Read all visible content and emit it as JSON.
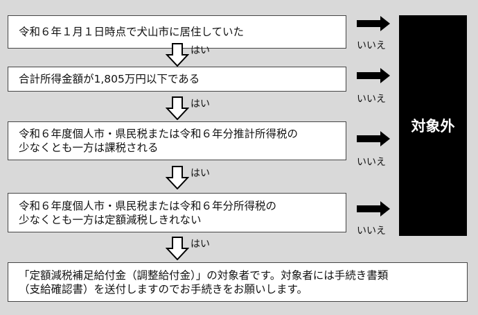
{
  "steps": [
    {
      "lines": [
        "令和６年１月１日時点で犬山市に居住していた"
      ]
    },
    {
      "lines": [
        "合計所得金額が1,805万円以下である"
      ]
    },
    {
      "lines": [
        "令和６年度個人市・県民税または令和６年分推計所得税の",
        "少なくとも一方は課税される"
      ]
    },
    {
      "lines": [
        "令和６年度個人市・県民税または令和６年分所得税の",
        "少なくとも一方は定額減税しきれない"
      ]
    }
  ],
  "yes_label": "はい",
  "no_label": "いいえ",
  "excluded_label": "対象外",
  "result": {
    "lines": [
      "「定額減税補足給付金（調整給付金）」の対象者です。対象者には手続き書類",
      "（支給確認書）を送付しますのでお手続きをお願いします。"
    ]
  },
  "colors": {
    "background": "#d9d9d9",
    "box": "#ffffff",
    "excluded": "#000000"
  }
}
